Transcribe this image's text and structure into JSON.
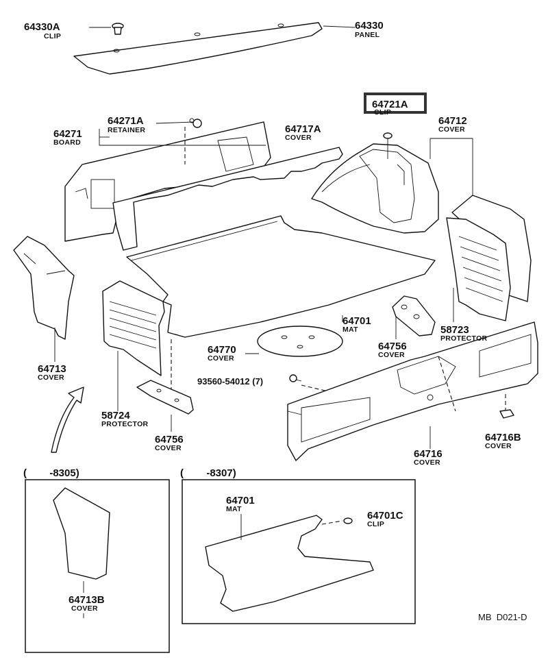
{
  "callouts": [
    {
      "id": "64330A",
      "name": "CLIP"
    },
    {
      "id": "64330",
      "name": "PANEL"
    },
    {
      "id": "64271A",
      "name": "RETAINER"
    },
    {
      "id": "64271",
      "name": "BOARD"
    },
    {
      "id": "64717A",
      "name": "COVER"
    },
    {
      "id": "64721A",
      "name": "CLIP"
    },
    {
      "id": "64712",
      "name": "COVER"
    },
    {
      "id": "64713",
      "name": "COVER"
    },
    {
      "id": "64701",
      "name": "MAT"
    },
    {
      "id": "58723",
      "name": "PROTECTOR"
    },
    {
      "id": "64770",
      "name": "COVER"
    },
    {
      "id": "64756",
      "name": "COVER"
    },
    {
      "id": "58724",
      "name": "PROTECTOR"
    },
    {
      "id": "64756",
      "name": "COVER"
    },
    {
      "id": "93560-54012 (7)",
      "name": ""
    },
    {
      "id": "64716B",
      "name": "COVER"
    },
    {
      "id": "64716",
      "name": "COVER"
    },
    {
      "id": "64713B",
      "name": "COVER"
    },
    {
      "id": "64701",
      "name": "MAT"
    },
    {
      "id": "64701C",
      "name": "CLIP"
    }
  ],
  "insets": [
    {
      "range": "(        -8305)"
    },
    {
      "range": "(        -8307)"
    }
  ],
  "diagram_code": "MB  D021-D",
  "colors": {
    "ink": "#111111",
    "highlight_box": "#333333",
    "shade": "#cfcfcf"
  }
}
